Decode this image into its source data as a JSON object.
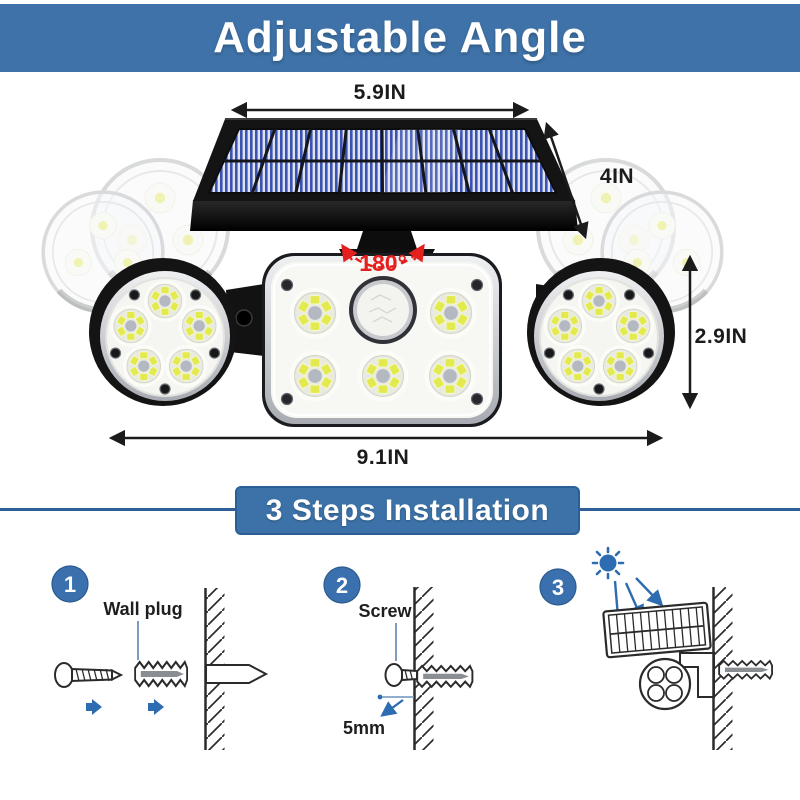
{
  "header": {
    "title": "Adjustable Angle"
  },
  "product": {
    "dim_panel_width": "5.9IN",
    "dim_panel_depth": "4IN",
    "dim_rotation": "180°",
    "dim_head_height": "2.9IN",
    "dim_fixture_width": "9.1IN"
  },
  "installation": {
    "title": "3 Steps Installation",
    "steps": [
      {
        "number": "1",
        "label": "Wall plug"
      },
      {
        "number": "2",
        "label": "Screw",
        "note": "5mm"
      },
      {
        "number": "3"
      }
    ]
  },
  "colors": {
    "banner_blue": "#3e72a8",
    "banner_border_blue": "#2d5f97",
    "step_accent_blue": "#2d6cb0",
    "rotation_red": "#e3201e",
    "dimension_black": "#1b1b1b",
    "solar_cell_blue": "#3a52b4",
    "led_yellow": "#e2ea4e"
  }
}
